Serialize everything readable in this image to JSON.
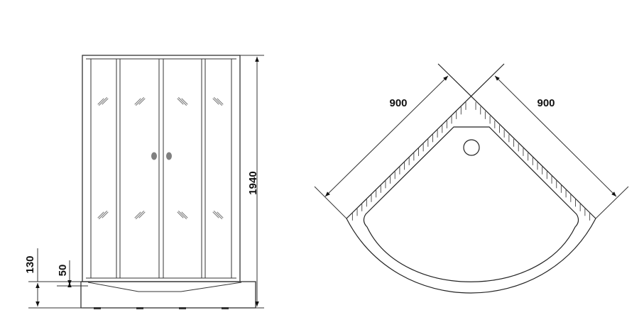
{
  "front_view": {
    "height_label": "1940",
    "tray_height_label": "130",
    "step_height_label": "50"
  },
  "plan_view": {
    "left_width_label": "900",
    "right_width_label": "900"
  },
  "colors": {
    "line": "#222222",
    "handle": "#808080"
  }
}
